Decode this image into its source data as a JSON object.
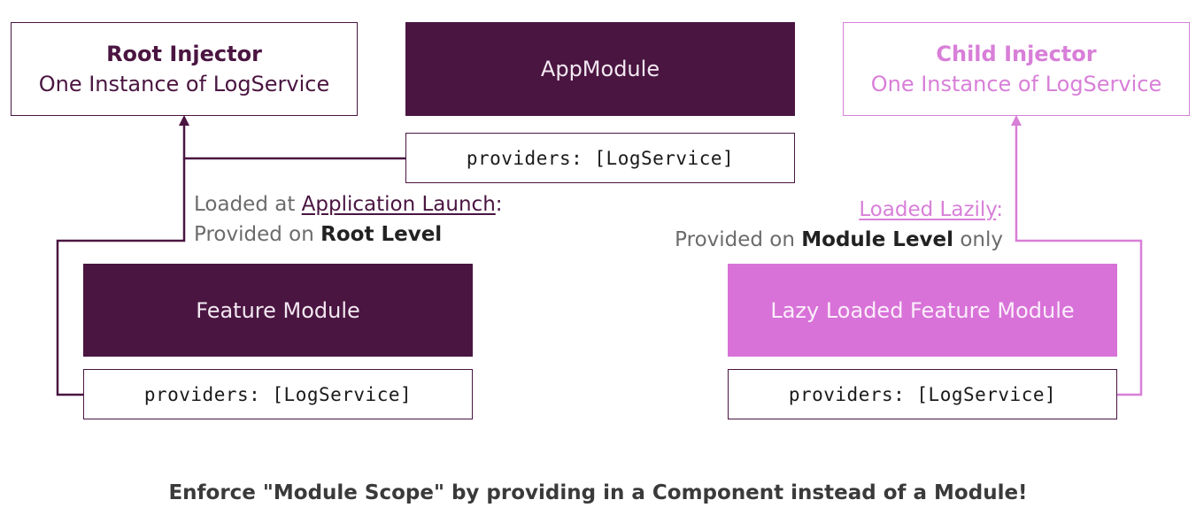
{
  "root_injector": {
    "title": "Root Injector",
    "subtitle": "One Instance of LogService"
  },
  "child_injector": {
    "title": "Child Injector",
    "subtitle": "One Instance of LogService"
  },
  "app_module": {
    "label": "AppModule",
    "providers": "providers: [LogService]"
  },
  "feature_module": {
    "label": "Feature Module",
    "providers": "providers: [LogService]"
  },
  "lazy_module": {
    "label": "Lazy Loaded Feature Module",
    "providers": "providers: [LogService]"
  },
  "left_note": {
    "line1_prefix": "Loaded at ",
    "line1_link": "Application Launch",
    "line1_suffix": ":",
    "line2_prefix": "Provided on ",
    "line2_bold": "Root Level"
  },
  "right_note": {
    "line1_link": "Loaded Lazily",
    "line1_suffix": ":",
    "line2_prefix": "Provided on ",
    "line2_bold": "Module Level",
    "line2_suffix": " only"
  },
  "footer": "Enforce \"Module Scope\" by providing in a Component instead of a Module!",
  "colors": {
    "dark": "#4a1541",
    "pink": "#d872d8",
    "pink_line": "#d87fd8"
  }
}
